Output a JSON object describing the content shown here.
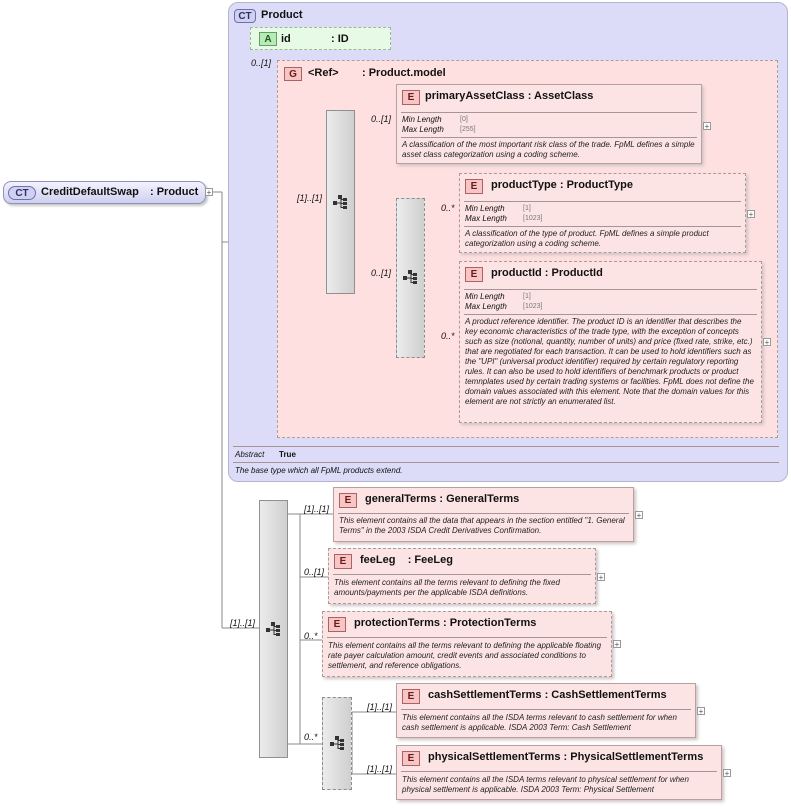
{
  "root": {
    "badge": "CT",
    "name": "CreditDefaultSwap",
    "type": ": Product"
  },
  "product": {
    "badge": "CT",
    "title": "Product",
    "attribute": {
      "badge": "A",
      "name": "id",
      "type": ": ID",
      "card": "0..[1]"
    },
    "group": {
      "badge": "G",
      "name": "<Ref>",
      "type": ": Product.model"
    },
    "seq_card": "[1]..[1]",
    "primaryAssetClass": {
      "badge": "E",
      "name": "primaryAssetClass",
      "type": ": AssetClass",
      "card": "0..[1]",
      "props": [
        {
          "k": "Min Length",
          "v": "[0]"
        },
        {
          "k": "Max Length",
          "v": "[255]"
        }
      ],
      "desc": "A classification of the most important risk class of the trade. FpML defines a simple asset class categorization using a coding scheme."
    },
    "choice_card": "0..[1]",
    "productType": {
      "badge": "E",
      "name": "productType",
      "type": ": ProductType",
      "card": "0..*",
      "props": [
        {
          "k": "Min Length",
          "v": "[1]"
        },
        {
          "k": "Max Length",
          "v": "[1023]"
        }
      ],
      "desc": "A classification of the type of product. FpML defines a simple product categorization using a coding scheme."
    },
    "productId": {
      "badge": "E",
      "name": "productId",
      "type": ": ProductId",
      "card": "0..*",
      "props": [
        {
          "k": "Min Length",
          "v": "[1]"
        },
        {
          "k": "Max Length",
          "v": "[1023]"
        }
      ],
      "desc": "A product reference identifier. The product ID is an identifier that describes the key economic characteristics of the trade type, with the exception of concepts such as size (notional, quantity, number of units) and price (fixed rate, strike, etc.) that are negotiated for each transaction. It can be used to hold identifiers such as the \"UPI\" (universal product identifier) required by certain regulatory reporting rules. It can also be used to hold identifiers of benchmark products or product temnplates used by certain trading systems or facilities. FpML does not define the domain values associated with this element. Note that the domain values for this element are not strictly an enumerated list."
    },
    "abstract_label": "Abstract",
    "abstract_value": "True",
    "desc": "The base type which all FpML products extend."
  },
  "main_seq_card": "[1]..[1]",
  "generalTerms": {
    "badge": "E",
    "name": "generalTerms",
    "type": ": GeneralTerms",
    "card": "[1]..[1]",
    "desc": "This element contains all the data that appears in the section entitled \"1. General Terms\" in the 2003 ISDA Credit Derivatives Confirmation."
  },
  "feeLeg": {
    "badge": "E",
    "name": "feeLeg",
    "type": ": FeeLeg",
    "card": "0..[1]",
    "desc": "This element contains all the terms relevant to defining the fixed amounts/payments per the applicable ISDA definitions."
  },
  "protectionTerms": {
    "badge": "E",
    "name": "protectionTerms",
    "type": ": ProtectionTerms",
    "card": "0..*",
    "desc": "This element contains all the terms relevant to defining the applicable floating rate payer calculation amount, credit events and associated conditions to settlement, and reference obligations."
  },
  "settle_choice_card": "0..*",
  "cashSettlementTerms": {
    "badge": "E",
    "name": "cashSettlementTerms",
    "type": ": CashSettlementTerms",
    "card": "[1]..[1]",
    "desc": "This element contains all the ISDA terms relevant to cash settlement for when cash settlement is applicable. ISDA 2003 Term: Cash Settlement"
  },
  "physicalSettlementTerms": {
    "badge": "E",
    "name": "physicalSettlementTerms",
    "type": ": PhysicalSettlementTerms",
    "card": "[1]..[1]",
    "desc": "This element contains all the ISDA terms relevant to physical settlement for when physical settlement is applicable. ISDA 2003 Term: Physical Settlement"
  },
  "plus_symbol": "+"
}
